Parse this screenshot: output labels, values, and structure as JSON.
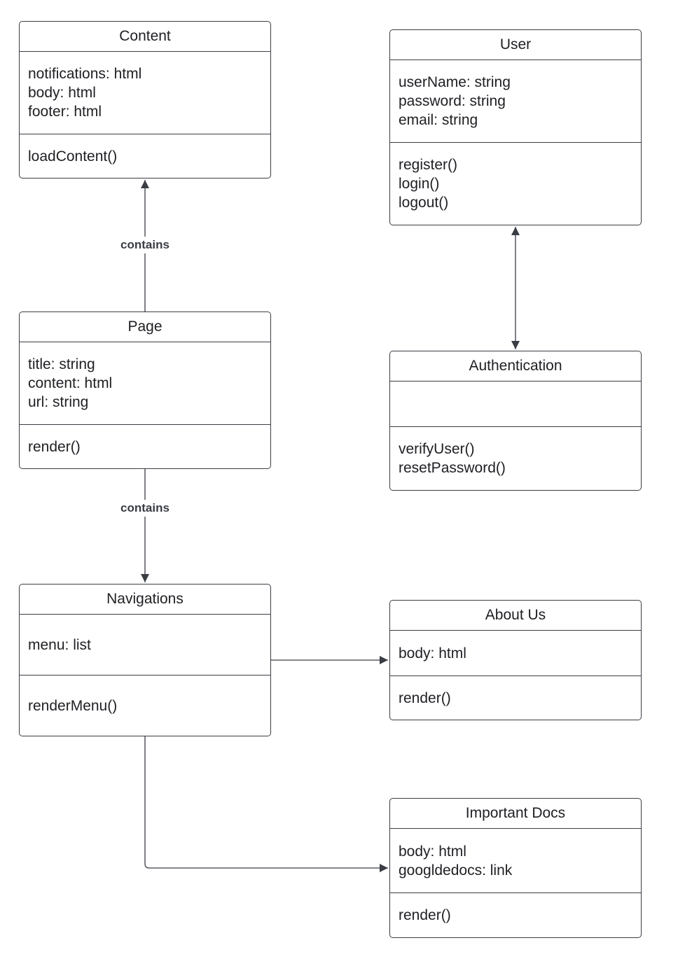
{
  "classes": {
    "content": {
      "name": "Content",
      "attributes": [
        "notifications: html",
        "body: html",
        "footer: html"
      ],
      "methods": [
        "loadContent()"
      ]
    },
    "user": {
      "name": "User",
      "attributes": [
        "userName: string",
        "password: string",
        "email: string"
      ],
      "methods": [
        "register()",
        "login()",
        "logout()"
      ]
    },
    "page": {
      "name": "Page",
      "attributes": [
        "title: string",
        "content: html",
        "url: string"
      ],
      "methods": [
        "render()"
      ]
    },
    "authentication": {
      "name": "Authentication",
      "attributes": [],
      "methods": [
        "verifyUser()",
        "resetPassword()"
      ]
    },
    "navigations": {
      "name": "Navigations",
      "attributes": [
        "menu: list"
      ],
      "methods": [
        "renderMenu()"
      ]
    },
    "about_us": {
      "name": "About Us",
      "attributes": [
        "body: html"
      ],
      "methods": [
        "render()"
      ]
    },
    "important_docs": {
      "name": "Important Docs",
      "attributes": [
        "body: html",
        "googldedocs: link"
      ],
      "methods": [
        "render()"
      ]
    }
  },
  "relationships": [
    {
      "from": "Page",
      "to": "Content",
      "label": "contains",
      "direction": "to-target"
    },
    {
      "from": "Page",
      "to": "Navigations",
      "label": "contains",
      "direction": "to-target"
    },
    {
      "from": "User",
      "to": "Authentication",
      "label": "",
      "direction": "bidirectional"
    },
    {
      "from": "Navigations",
      "to": "About Us",
      "label": "",
      "direction": "to-target"
    },
    {
      "from": "Navigations",
      "to": "Important Docs",
      "label": "",
      "direction": "to-target"
    }
  ],
  "colors": {
    "stroke": "#3a3d44",
    "text": "#1f1f24",
    "background": "#ffffff"
  }
}
